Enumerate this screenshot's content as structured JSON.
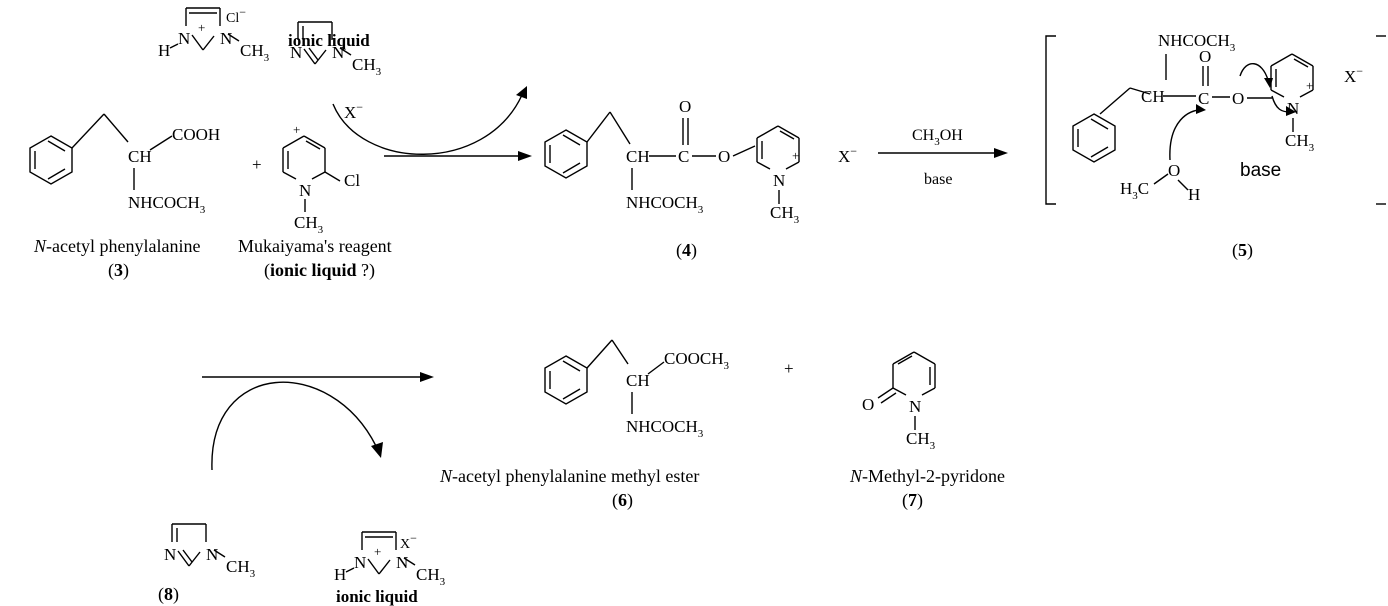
{
  "labels": {
    "n": "N",
    "h": "H",
    "o": "O",
    "ch": "CH",
    "c": "C",
    "cl": "Cl",
    "plus": "+",
    "ch3": "CH",
    "three": "3",
    "sub3": "3",
    "x_minus": "X",
    "minus": "−",
    "cl_minus": "Cl",
    "cooh": "COOH",
    "nhcoch3": "NHCOCH",
    "cooch3": "COOCH",
    "ch3oh": "CH",
    "ch3oh_tail": "OH",
    "h3c": "H",
    "h3c_tail": "C",
    "base": "base"
  },
  "captions": {
    "ionic_liquid": "ionic liquid",
    "acetyl_prefix": "N",
    "c3": "-acetyl phenylalanine",
    "c3_num": "3",
    "mukaiyama": "Mukaiyama's reagent",
    "ionic_q": "ionic liquid",
    "ionic_q_tail": " ?)",
    "c4_num": "4",
    "c5_num": "5",
    "c6": "-acetyl phenylalanine methyl ester",
    "c6_num": "6",
    "c7": "-Methyl-2-pyridone",
    "c7_num": "7",
    "c8_num": "8"
  }
}
